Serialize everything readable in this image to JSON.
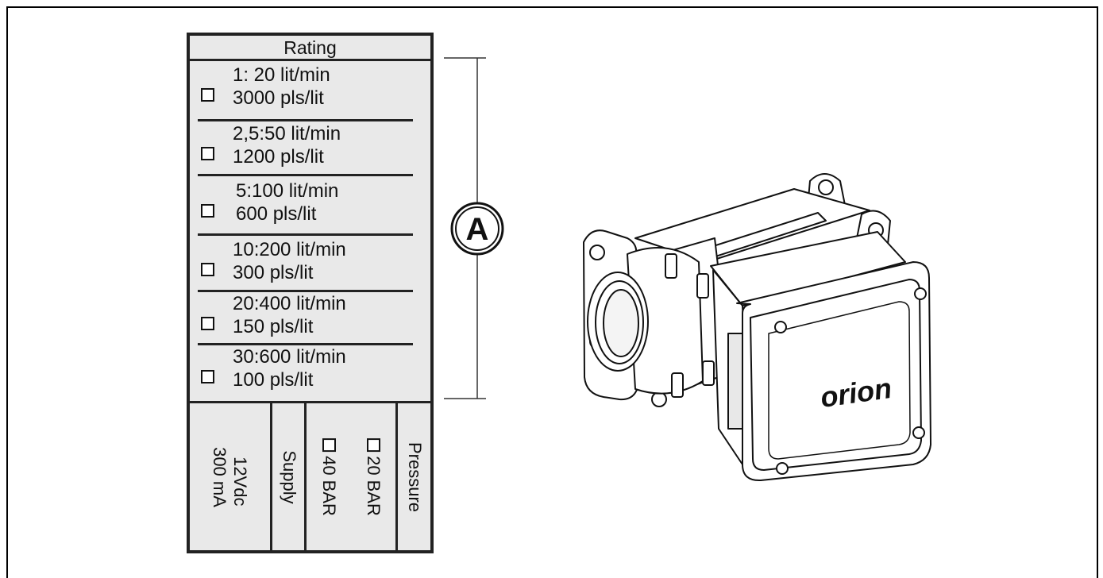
{
  "rating": {
    "title": "Rating",
    "rows": [
      {
        "flow": "1: 20 lit/min",
        "pulses": "3000 pls/lit"
      },
      {
        "flow": "2,5:50 lit/min",
        "pulses": "1200 pls/lit"
      },
      {
        "flow": "5:100 lit/min",
        "pulses": "600 pls/lit"
      },
      {
        "flow": "10:200 lit/min",
        "pulses": "300 pls/lit"
      },
      {
        "flow": "20:400 lit/min",
        "pulses": "150 pls/lit"
      },
      {
        "flow": "30:600 lit/min",
        "pulses": "100 pls/lit"
      }
    ]
  },
  "bottom": {
    "supply_value_1": "12Vdc",
    "supply_value_2": "300 mA",
    "supply_label": "Supply",
    "pressure_option_1": "20 BAR",
    "pressure_option_2": "40 BAR",
    "pressure_label": "Pressure"
  },
  "callout": {
    "letter": "A"
  },
  "device": {
    "brand": "orion"
  }
}
